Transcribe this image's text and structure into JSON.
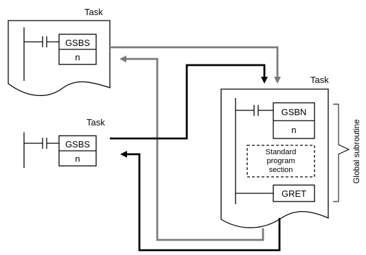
{
  "task_top": {
    "title": "Task",
    "instruction": "GSBS",
    "operand": "n"
  },
  "task_middle": {
    "title": "Task",
    "instruction": "GSBS",
    "operand": "n"
  },
  "task_right": {
    "title": "Task",
    "start_instruction": "GSBN",
    "operand": "n",
    "program_section": [
      "Standard",
      "program",
      "section"
    ],
    "end_instruction": "GRET"
  },
  "bracket_label": "Global subroutine",
  "colors": {
    "black_path": "#000000",
    "gray_path": "#7a7a7a",
    "outline": "#000000"
  }
}
